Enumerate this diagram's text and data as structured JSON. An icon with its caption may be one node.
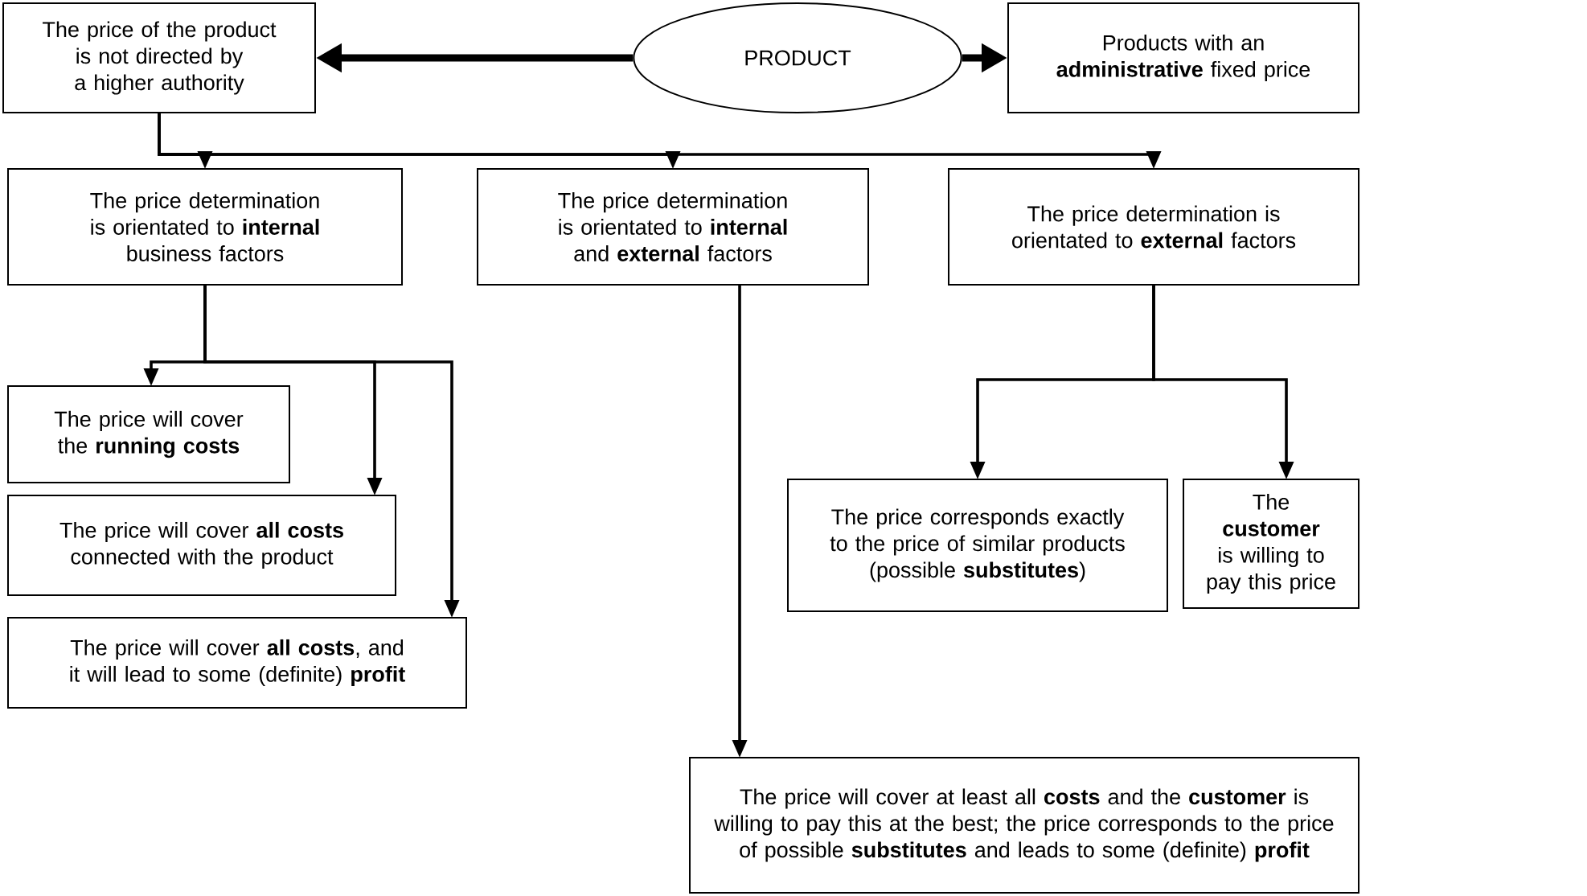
{
  "diagram": {
    "nodes": [
      {
        "text": [
          "The price of the product is not directed by a higher authority"
        ]
      },
      {
        "text": [
          "PRODUCT"
        ]
      },
      {
        "text": [
          "Products with an **administrative** fixed price"
        ]
      },
      {
        "text": [
          "The price determination is orientated to **internal** business factors"
        ]
      },
      {
        "text": [
          "The price determination is orientated to **internal** and **external** factors"
        ]
      },
      {
        "text": [
          "The price determination is orientated to **external** factors"
        ]
      },
      {
        "text": [
          "The price will cover the **running costs**"
        ]
      },
      {
        "text": [
          "The price will cover **all costs** connected with the product"
        ]
      },
      {
        "text": [
          "The price will cover **all costs**, and it will lead to some (definite) **profit**"
        ]
      },
      {
        "text": [
          "The price corresponds exactly to the price of similar products (possible **substitutes**)"
        ]
      },
      {
        "text": [
          "The **customer** is willing to pay this price"
        ]
      },
      {
        "text": [
          "The price will cover at least all **costs** and the **customer** is willing to pay this at the best; the price corresponds to the price of possible **substitutes** and leads to some (definite) **profit**"
        ]
      }
    ],
    "edges": [
      {
        "from": 1,
        "to": 0,
        "arrow": "to",
        "style": "thick"
      },
      {
        "from": 1,
        "to": 2,
        "arrow": "to",
        "style": "thick"
      },
      {
        "from": 0,
        "to": 3,
        "arrow": "to"
      },
      {
        "from": 0,
        "to": 4,
        "arrow": "to"
      },
      {
        "from": 0,
        "to": 5,
        "arrow": "to"
      },
      {
        "from": 3,
        "to": 6,
        "arrow": "to"
      },
      {
        "from": 3,
        "to": 7,
        "arrow": "to"
      },
      {
        "from": 3,
        "to": 8,
        "arrow": "to"
      },
      {
        "from": 4,
        "to": 11,
        "arrow": "to"
      },
      {
        "from": 5,
        "to": 9,
        "arrow": "to"
      },
      {
        "from": 5,
        "to": 10,
        "arrow": "to"
      }
    ]
  }
}
